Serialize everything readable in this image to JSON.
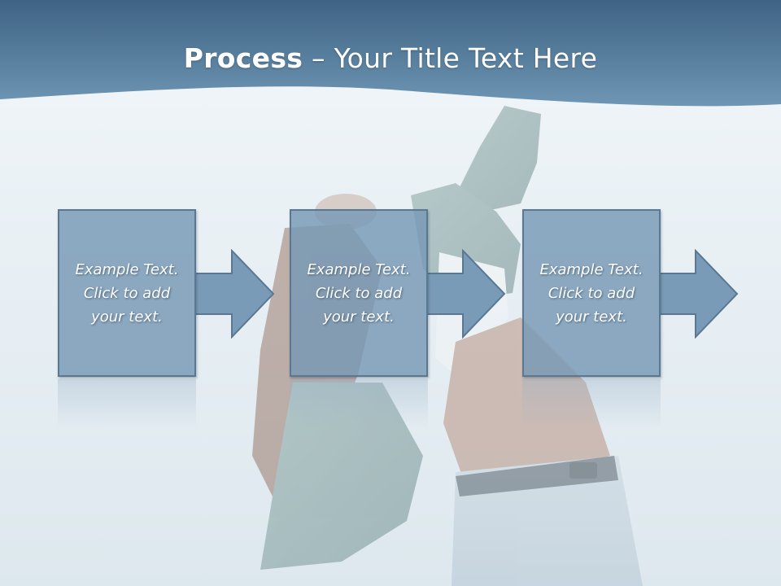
{
  "slide": {
    "title_bold": "Process",
    "title_rest": " – Your Title Text Here",
    "steps": [
      {
        "line1": "Example Text.",
        "line2": "Click  to add",
        "line3": "your text."
      },
      {
        "line1": "Example Text.",
        "line2": "Click  to add",
        "line3": "your text."
      },
      {
        "line1": "Example Text.",
        "line2": "Click  to add",
        "line3": "your text."
      }
    ]
  },
  "colors": {
    "header": "#4f7898",
    "box_fill": "#7698b5",
    "box_border": "#5b7892",
    "arrow_fill": "#7a9bb7"
  }
}
